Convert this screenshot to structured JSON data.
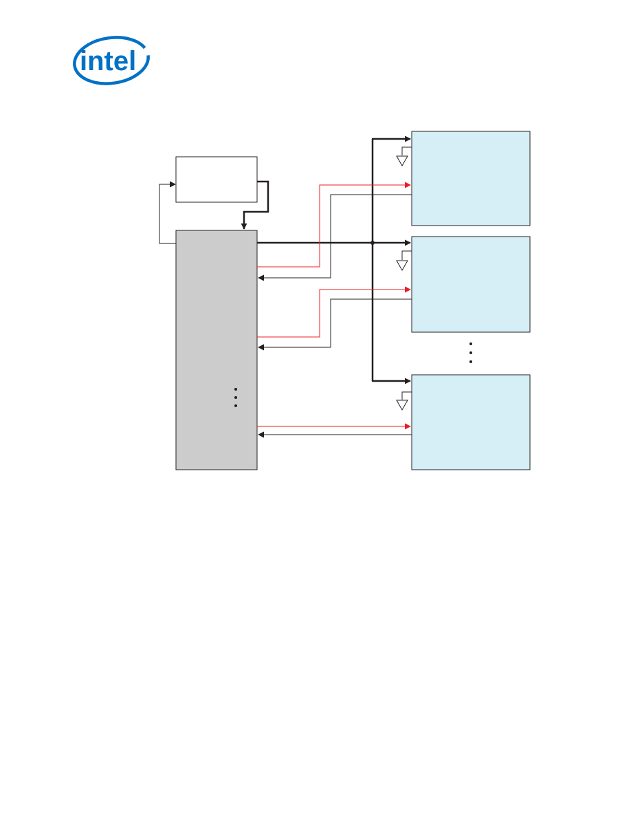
{
  "brand": {
    "name": "intel",
    "color": "#0071c5"
  },
  "colors": {
    "controller_fill": "#cccccc",
    "device_fill": "#d6eef6",
    "box_stroke": "#231f20",
    "data_line": "#ed1c24",
    "signal_line": "#231f20"
  },
  "diagram": {
    "devices_shown": 3,
    "controller_continuation": "vertical-ellipsis",
    "device_continuation": "vertical-ellipsis"
  }
}
